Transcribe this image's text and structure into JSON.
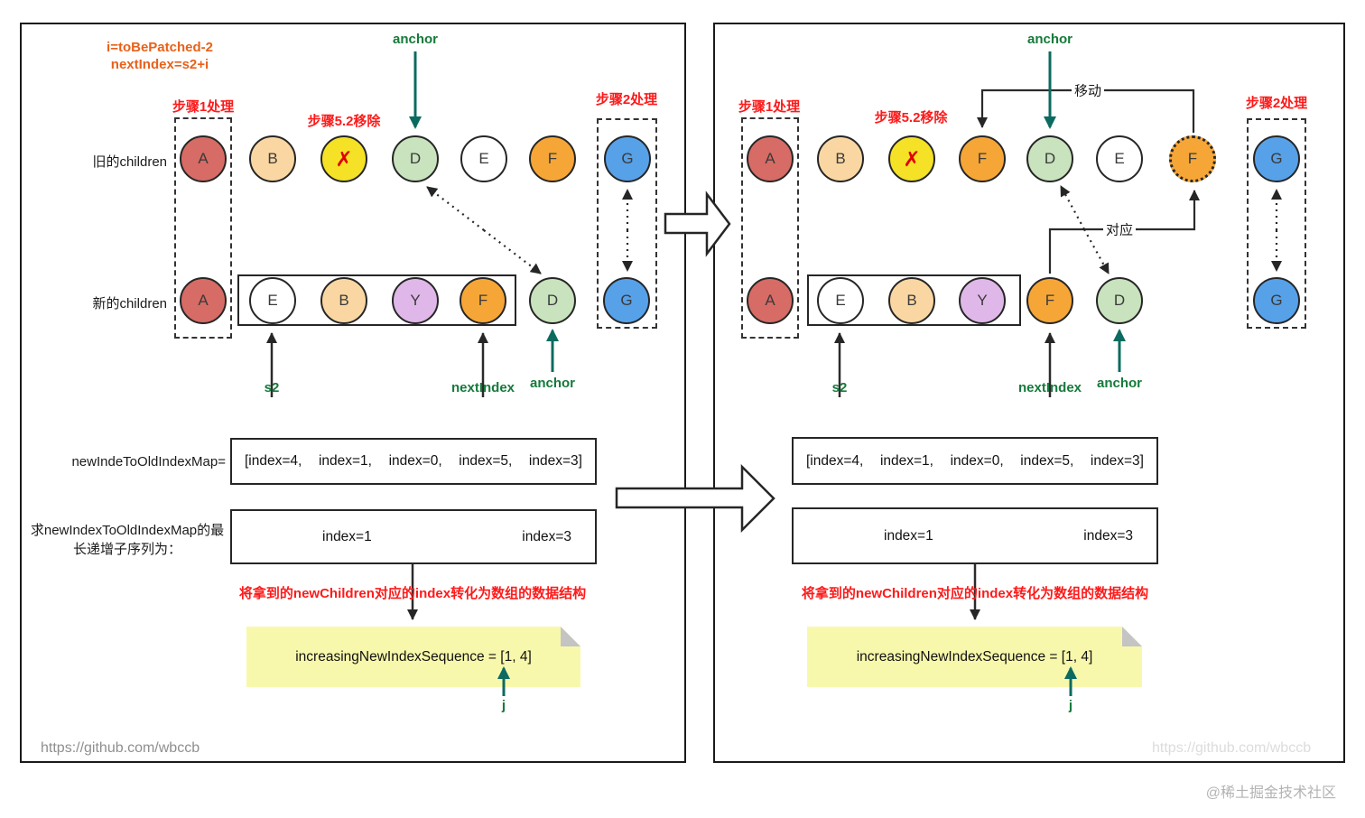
{
  "watermark": "@稀土掘金技术社区",
  "left": {
    "formula1": "i=toBePatched-2",
    "formula2": "nextIndex=s2+i",
    "step1": "步骤1处理",
    "step52": "步骤5.2移除",
    "step2": "步骤2处理",
    "anchor_top": "anchor",
    "anchor_bottom": "anchor",
    "s2": "s2",
    "next_index": "nextIndex",
    "old_label": "旧的children",
    "new_label": "新的children",
    "old_children": [
      "A",
      "B",
      "✗",
      "D",
      "E",
      "F",
      "G"
    ],
    "new_children": [
      "A",
      "E",
      "B",
      "Y",
      "F",
      "D",
      "G"
    ],
    "map_label": "newIndeToOldIndexMap=",
    "map_items": [
      "[index=4,",
      "index=1,",
      "index=0,",
      "index=5,",
      "index=3]"
    ],
    "lis_label1": "求newIndexToOldIndexMap的最",
    "lis_label2": "长递增子序列为：",
    "lis_left": "index=1",
    "lis_right": "index=3",
    "convert_note": "将拿到的newChildren对应的index转化为数组的数据结构",
    "sequence": "increasingNewIndexSequence = [1, 4]",
    "j": "j",
    "link": "https://github.com/wbccb"
  },
  "right": {
    "step1": "步骤1处理",
    "step52": "步骤5.2移除",
    "step2": "步骤2处理",
    "anchor_top": "anchor",
    "anchor_bottom": "anchor",
    "s2": "s2",
    "next_index": "nextIndex",
    "move_label": "移动",
    "match_label": "对应",
    "old_children": [
      "A",
      "B",
      "✗",
      "F",
      "D",
      "E",
      "F",
      "G"
    ],
    "new_children": [
      "A",
      "E",
      "B",
      "Y",
      "F",
      "D",
      "G"
    ],
    "map_items": [
      "[index=4,",
      "index=1,",
      "index=0,",
      "index=5,",
      "index=3]"
    ],
    "lis_left": "index=1",
    "lis_right": "index=3",
    "convert_note": "将拿到的newChildren对应的index转化为数组的数据结构",
    "sequence": "increasingNewIndexSequence = [1, 4]",
    "j": "j",
    "link_faint": "https://github.com/wbccb"
  },
  "colors": {
    "node_red": "#D76B65",
    "node_peach": "#FAD7A2",
    "node_yellow": "#F5E126",
    "node_green": "#C8E3BD",
    "node_orange": "#F6A637",
    "node_blue": "#57A1E9",
    "node_purple": "#E0B7E9",
    "accent_red": "#FE1A1A",
    "accent_orange": "#E8611A",
    "accent_green": "#157A3B",
    "arrow_teal": "#0C6B60",
    "note_bg": "#F8F8AC"
  }
}
